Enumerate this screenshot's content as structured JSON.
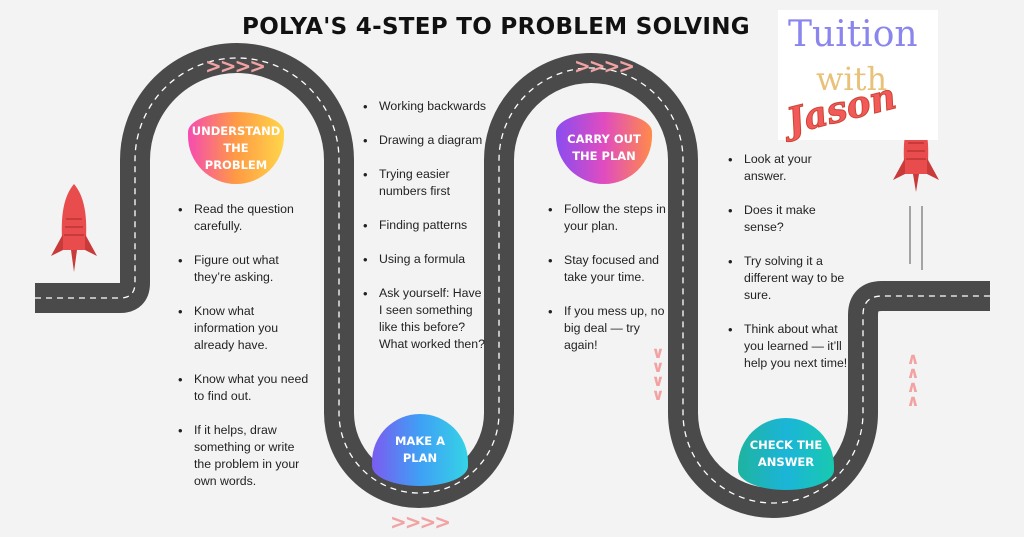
{
  "title": "POLYA'S 4-STEP TO PROBLEM SOLVING",
  "logo": {
    "line1": "Tuition",
    "line2": "with",
    "line3": "Jason"
  },
  "colors": {
    "road": "#4a4a4a",
    "rocket": "#e84c4c",
    "chevron": "#f2a2a2"
  },
  "steps": [
    {
      "label": "UNDERSTAND THE PROBLEM",
      "bullets": [
        "Read the question carefully.",
        "Figure out what they’re asking.",
        "Know what information you already have.",
        "Know what you need to find out.",
        "If it helps, draw something or write the problem in your own words."
      ]
    },
    {
      "label": "MAKE A PLAN",
      "bullets": [
        "Working backwards",
        "Drawing a diagram",
        "Trying easier numbers first",
        "Finding patterns",
        "Using a formula",
        "Ask yourself: Have I seen something like this before? What worked then?"
      ]
    },
    {
      "label": "CARRY OUT THE PLAN",
      "bullets": [
        "Follow the steps in your plan.",
        "Stay focused and take your time.",
        "If you mess up, no big deal — try again!"
      ]
    },
    {
      "label": "CHECK THE ANSWER",
      "bullets": [
        "Look at your answer.",
        "Does it make sense?",
        "Try solving it a different way to be sure.",
        "Think about what you learned — it’ll help you next time!"
      ]
    }
  ],
  "icons": [
    "rocket-icon",
    "chevron-right-icon",
    "chevron-down-icon",
    "chevron-up-icon"
  ]
}
